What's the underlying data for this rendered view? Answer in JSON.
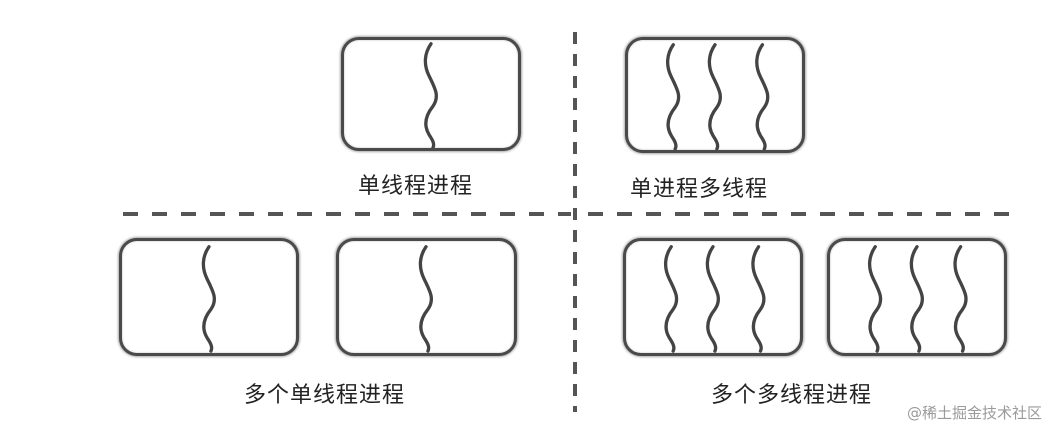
{
  "diagram": {
    "type": "process-thread-models",
    "quadrants": [
      {
        "id": "top-left",
        "label": "单线程进程",
        "processes": 1,
        "threads_per_process": 1
      },
      {
        "id": "top-right",
        "label": "单进程多线程",
        "processes": 1,
        "threads_per_process": 3
      },
      {
        "id": "bottom-left",
        "label": "多个单线程进程",
        "processes": 2,
        "threads_per_process": 1
      },
      {
        "id": "bottom-right",
        "label": "多个多线程进程",
        "processes": 2,
        "threads_per_process": 3
      }
    ],
    "dividers": {
      "vertical": "dashed",
      "horizontal": "dashed"
    },
    "colors": {
      "stroke": "#4a4a4a",
      "text": "#222222",
      "watermark": "#9a9a9a",
      "background": "#ffffff"
    }
  },
  "watermark": "@稀土掘金技术社区"
}
